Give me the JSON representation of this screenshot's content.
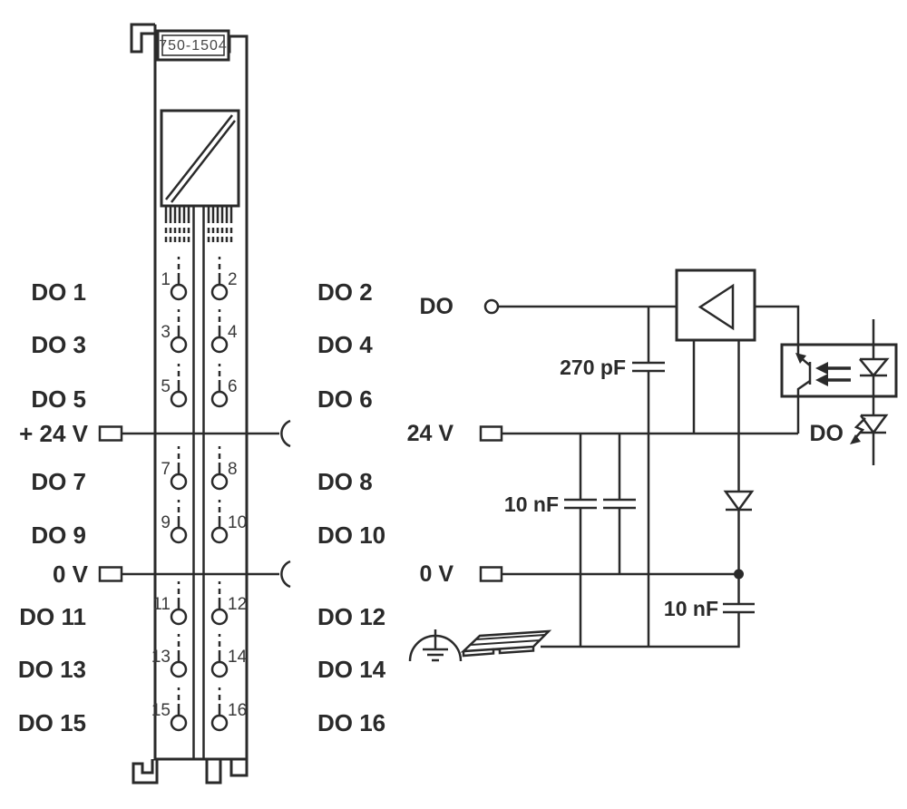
{
  "module": {
    "part_number": "750-1504",
    "power_rows": {
      "plus24_label": "+ 24 V",
      "zero_label": "0 V"
    },
    "rows": [
      {
        "num_left": "1",
        "num_right": "2",
        "label_left": "DO 1",
        "label_right": "DO 2"
      },
      {
        "num_left": "3",
        "num_right": "4",
        "label_left": "DO 3",
        "label_right": "DO 4"
      },
      {
        "num_left": "5",
        "num_right": "6",
        "label_left": "DO 5",
        "label_right": "DO 6"
      },
      {
        "num_left": "7",
        "num_right": "8",
        "label_left": "DO 7",
        "label_right": "DO 8"
      },
      {
        "num_left": "9",
        "num_right": "10",
        "label_left": "DO 9",
        "label_right": "DO 10"
      },
      {
        "num_left": "11",
        "num_right": "12",
        "label_left": "DO 11",
        "label_right": "DO 12"
      },
      {
        "num_left": "13",
        "num_right": "14",
        "label_left": "DO 13",
        "label_right": "DO 14"
      },
      {
        "num_left": "15",
        "num_right": "16",
        "label_left": "DO 15",
        "label_right": "DO 16"
      }
    ]
  },
  "schematic": {
    "do_input_label": "DO",
    "v24_label": "24 V",
    "v0_label": "0 V",
    "cap_270_label": "270 pF",
    "cap_10_top_label": "10 nF",
    "cap_10_bottom_label": "10 nF",
    "do_led_label": "DO"
  },
  "colors": {
    "line": "#2a2a2a",
    "background": "#ffffff"
  }
}
